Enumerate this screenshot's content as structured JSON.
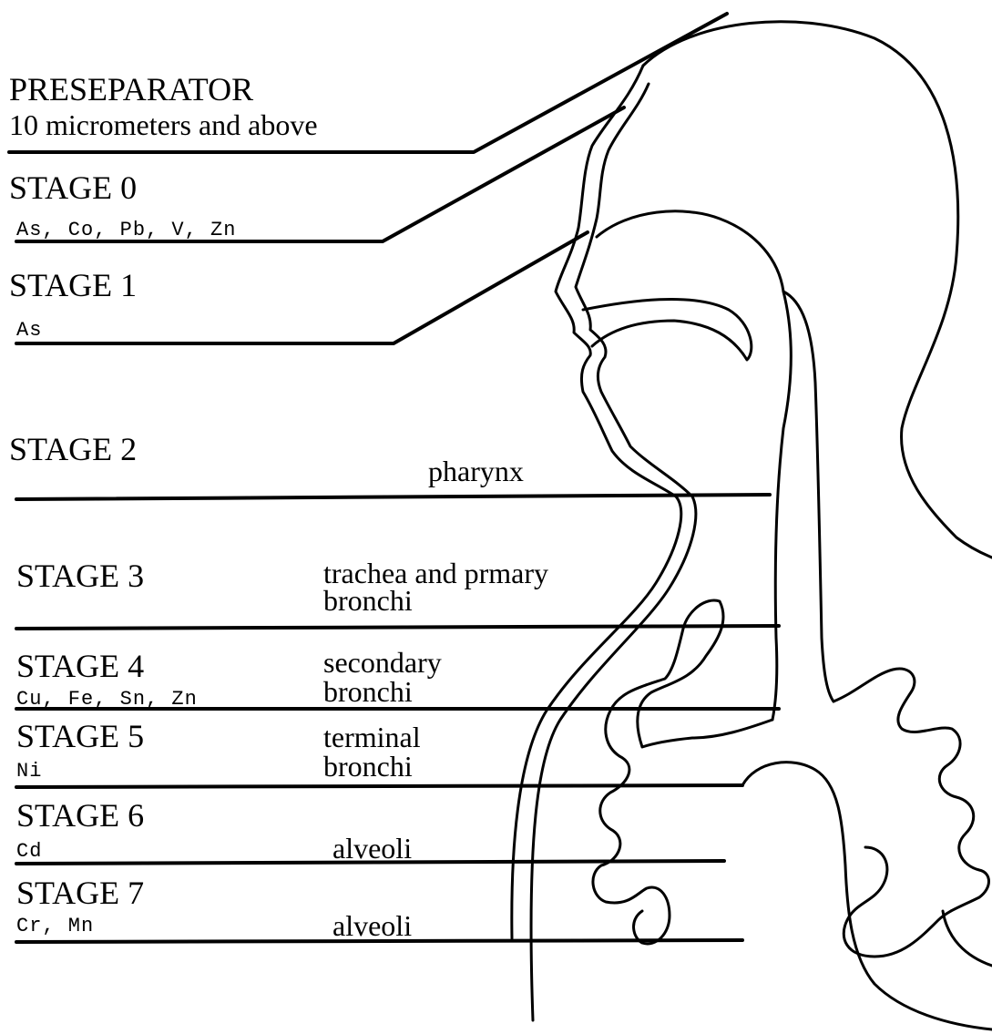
{
  "preseparator": {
    "title": "PRESEPARATOR",
    "size": "10 micrometers and above"
  },
  "stages": [
    {
      "title": "STAGE 0",
      "elements": "As, Co, Pb, V, Zn",
      "region": ""
    },
    {
      "title": "STAGE 1",
      "elements": "As",
      "region": ""
    },
    {
      "title": "STAGE 2",
      "elements": "",
      "region": "pharynx"
    },
    {
      "title": "STAGE 3",
      "elements": "",
      "region_line1": "trachea and prmary",
      "region_line2": "bronchi"
    },
    {
      "title": "STAGE 4",
      "elements": "Cu, Fe, Sn, Zn",
      "region_line1": "secondary",
      "region_line2": "bronchi"
    },
    {
      "title": "STAGE 5",
      "elements": "Ni",
      "region_line1": "terminal",
      "region_line2": "bronchi"
    },
    {
      "title": "STAGE 6",
      "elements": "Cd",
      "region": "alveoli"
    },
    {
      "title": "STAGE 7",
      "elements": "Cr, Mn",
      "region": "alveoli"
    }
  ]
}
